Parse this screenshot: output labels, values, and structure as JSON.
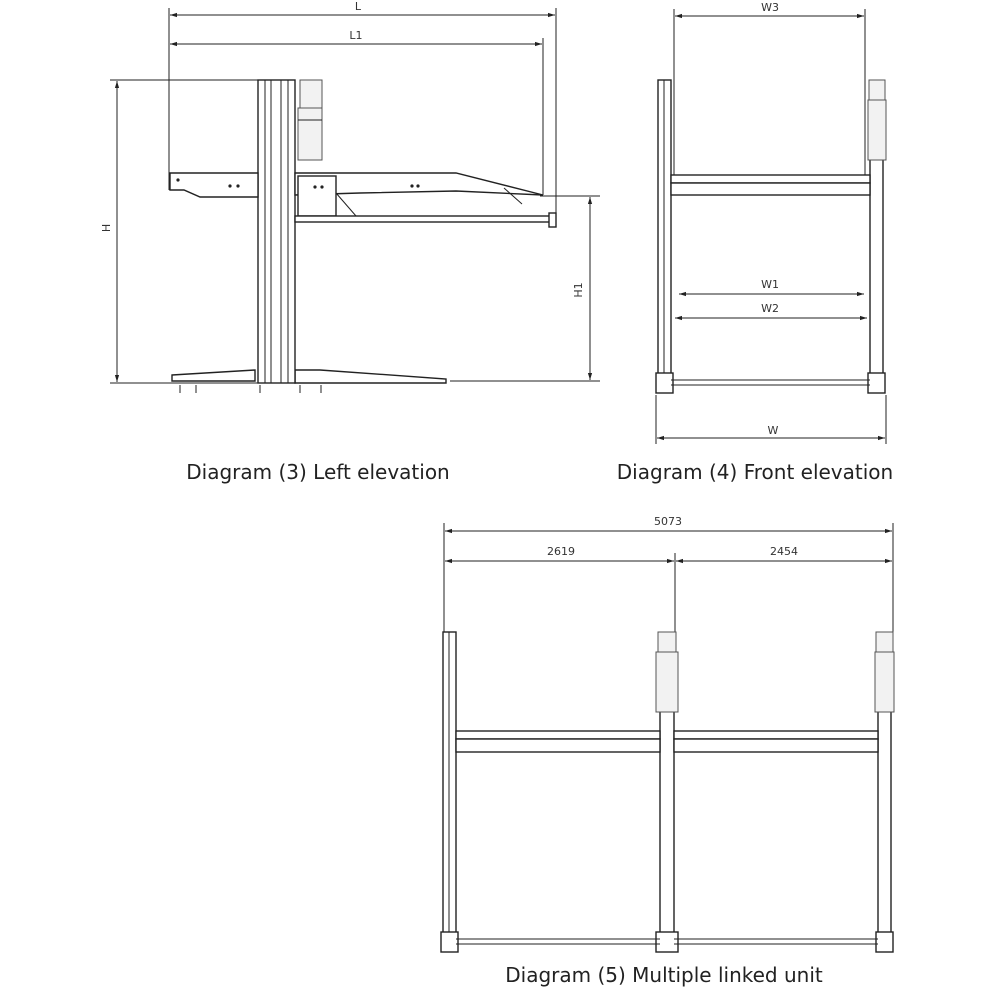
{
  "diagram3": {
    "caption": "Diagram (3) Left elevation",
    "labels": {
      "L": "L",
      "L1": "L1",
      "H": "H",
      "H1": "H1"
    }
  },
  "diagram4": {
    "caption": "Diagram (4) Front elevation",
    "labels": {
      "W3": "W3",
      "W1": "W1",
      "W2": "W2",
      "W": "W"
    }
  },
  "diagram5": {
    "caption": "Diagram (5) Multiple linked unit",
    "labels": {
      "total": "5073",
      "left": "2619",
      "right": "2454"
    }
  }
}
